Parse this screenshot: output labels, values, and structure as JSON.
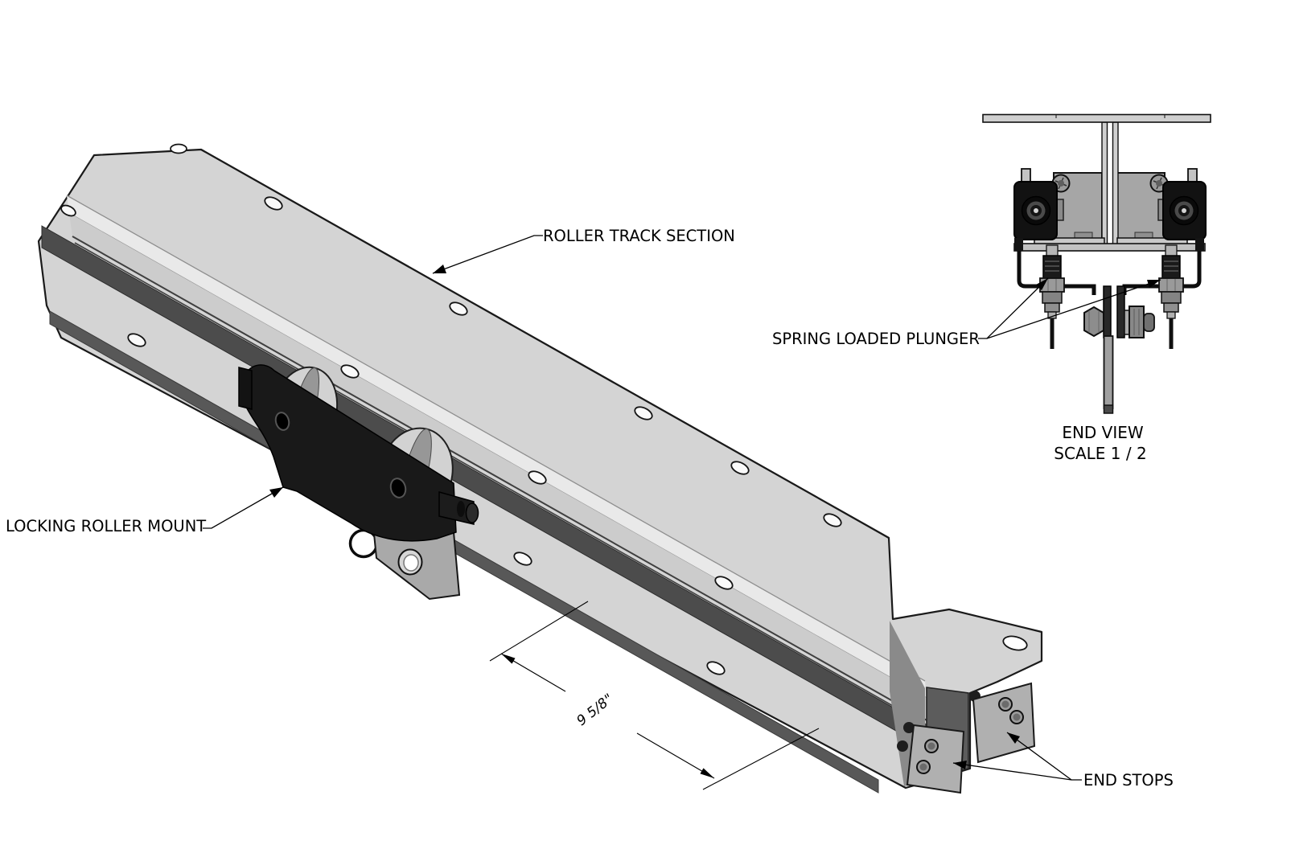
{
  "drawing": {
    "labels": {
      "roller_track_section": "ROLLER TRACK SECTION",
      "locking_roller_mount": "LOCKING ROLLER MOUNT",
      "spring_loaded_plunger": "SPRING LOADED PLUNGER",
      "end_stops": "END STOPS"
    },
    "dimension": {
      "value": "9 5/8\""
    },
    "end_view": {
      "title": "END VIEW",
      "scale": "SCALE 1 / 2"
    },
    "colors": {
      "line": "#1a1a1a",
      "metal_light": "#d4d4d4",
      "metal_mid": "#ababab",
      "groove_dark": "#4c4c4c",
      "black_part": "#161616",
      "background": "#ffffff"
    }
  }
}
